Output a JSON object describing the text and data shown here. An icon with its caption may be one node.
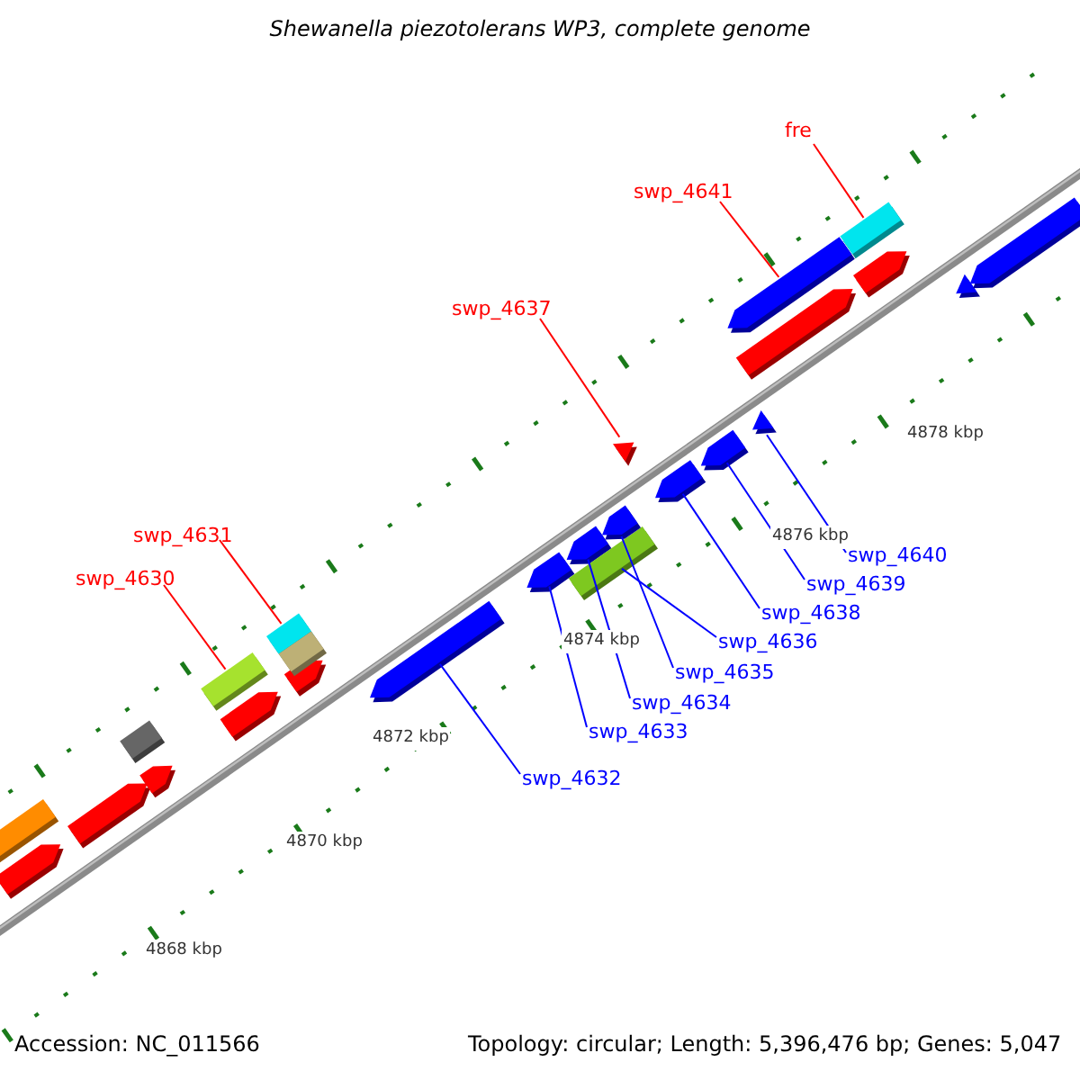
{
  "diagram": {
    "title": "Shewanella piezotolerans WP3, complete genome",
    "nodes": [
      {
        "text": [
          "fre"
        ]
      },
      {
        "text": [
          "swp_4641"
        ]
      },
      {
        "text": [
          "swp_4637"
        ]
      },
      {
        "text": [
          "swp_4631"
        ]
      },
      {
        "text": [
          "swp_4630"
        ]
      },
      {
        "text": [
          "swp_4640"
        ]
      },
      {
        "text": [
          "swp_4639"
        ]
      },
      {
        "text": [
          "swp_4638"
        ]
      },
      {
        "text": [
          "swp_4636"
        ]
      },
      {
        "text": [
          "swp_4635"
        ]
      },
      {
        "text": [
          "swp_4634"
        ]
      },
      {
        "text": [
          "swp_4633"
        ]
      },
      {
        "text": [
          "swp_4632"
        ]
      },
      {
        "text": [],
        "shape": "arrow"
      },
      {
        "text": [],
        "shape": "box"
      },
      {
        "text": [],
        "shape": "arrow"
      },
      {
        "text": [],
        "shape": "arrow"
      },
      {
        "text": [],
        "shape": "box"
      },
      {
        "text": [],
        "shape": "arrow"
      },
      {
        "text": [],
        "shape": "box"
      },
      {
        "text": [],
        "shape": "arrow"
      },
      {
        "text": [],
        "shape": "box"
      },
      {
        "text": [],
        "shape": "box"
      },
      {
        "text": [],
        "shape": "arrow"
      },
      {
        "text": [],
        "shape": "arrow"
      },
      {
        "text": [],
        "shape": "arrow"
      },
      {
        "text": [],
        "shape": "box"
      },
      {
        "text": [],
        "shape": "arrow"
      },
      {
        "text": [],
        "shape": "triangle"
      },
      {
        "text": [],
        "shape": "arrow"
      },
      {
        "text": [],
        "shape": "arrow"
      },
      {
        "text": [],
        "shape": "triangle"
      },
      {
        "text": [],
        "shape": "arrow"
      },
      {
        "text": [],
        "shape": "arrow"
      },
      {
        "text": [],
        "shape": "arrow"
      },
      {
        "text": [],
        "shape": "box"
      },
      {
        "text": [],
        "shape": "triangle"
      },
      {
        "text": [],
        "shape": "arrow"
      }
    ],
    "edges": [
      {
        "from": 0,
        "to": 35,
        "arrow": "none",
        "color": "#ff0000"
      },
      {
        "from": 1,
        "to": 33,
        "arrow": "none",
        "color": "#ff0000"
      },
      {
        "from": 2,
        "to": 28,
        "arrow": "none",
        "color": "#ff0000"
      },
      {
        "from": 3,
        "to": 21,
        "arrow": "none",
        "color": "#ff0000"
      },
      {
        "from": 4,
        "to": 19,
        "arrow": "none",
        "color": "#ff0000"
      },
      {
        "from": 5,
        "to": 31,
        "arrow": "none"
      },
      {
        "from": 6,
        "to": 30,
        "arrow": "none"
      },
      {
        "from": 7,
        "to": 29,
        "arrow": "none"
      },
      {
        "from": 8,
        "to": 26,
        "arrow": "none"
      },
      {
        "from": 9,
        "to": 27,
        "arrow": "none"
      },
      {
        "from": 10,
        "to": 25,
        "arrow": "none"
      },
      {
        "from": 11,
        "to": 24,
        "arrow": "none"
      },
      {
        "from": 12,
        "to": 23,
        "arrow": "none"
      }
    ],
    "labels": [
      "4878 kbp",
      "4876 kbp",
      "4874 kbp",
      "4872 kbp",
      "4870 kbp",
      "4868 kbp",
      "Accession: NC_011566",
      "Topology: circular; Length: 5,396,476 bp; Genes: 5,047"
    ]
  }
}
